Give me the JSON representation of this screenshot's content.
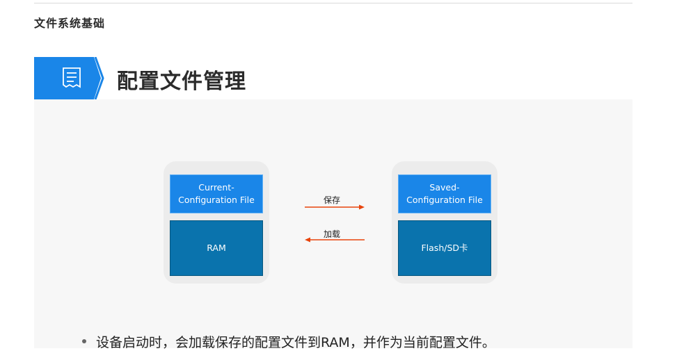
{
  "header": {
    "section_title": "文件系统基础",
    "page_title": "配置文件管理",
    "banner_icon": "document-icon",
    "accent_color": "#1a86e8"
  },
  "diagram": {
    "left_group": {
      "top_label": "Current-\nConfiguration File",
      "bottom_label": "RAM"
    },
    "right_group": {
      "top_label": "Saved-\nConfiguration File",
      "bottom_label": "Flash/SD卡"
    },
    "save_label": "保存",
    "load_label": "加载",
    "arrow_color": "#e8440c"
  },
  "bullets": [
    "设备启动时，会加载保存的配置文件到RAM，并作为当前配置文件。"
  ]
}
